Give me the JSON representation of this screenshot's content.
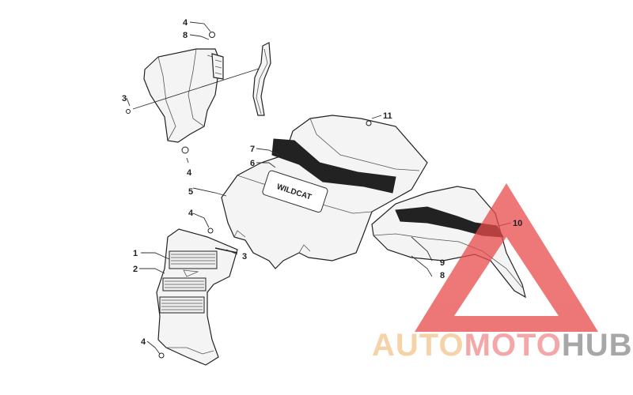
{
  "callouts": {
    "c1": "1",
    "c2": "2",
    "c3a": "3",
    "c3b": "3",
    "c4a": "4",
    "c4b": "4",
    "c4c": "4",
    "c4d": "4",
    "c5": "5",
    "c6": "6",
    "c7": "7",
    "c8a": "8",
    "c8b": "8",
    "c9": "9",
    "c10": "10",
    "c11": "11"
  },
  "hood_emblem": "WILDCAT",
  "watermark": {
    "part1": "AUTO",
    "part2": "MOTO",
    "part3": "HUB",
    "colors": {
      "auto": "#f2c48a",
      "moto": "#f08a8a",
      "hub": "#8a8a8a",
      "triangle": "#e84a4a"
    }
  }
}
